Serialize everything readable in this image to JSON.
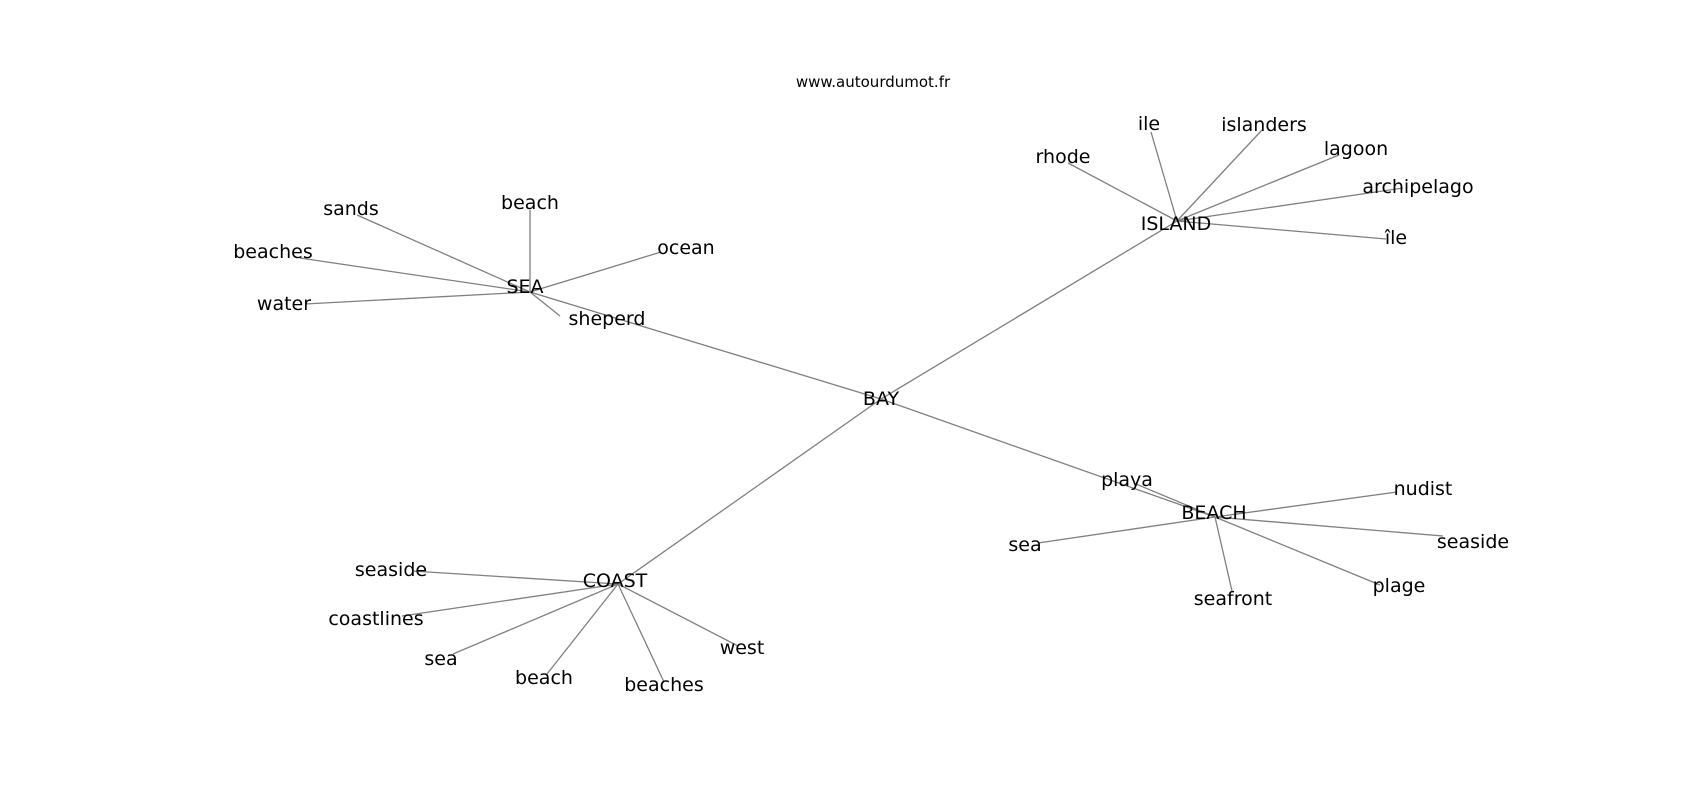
{
  "watermark": "www.autourdumot.fr",
  "center": {
    "id": "bay",
    "label": "BAY"
  },
  "hubs": [
    {
      "id": "sea",
      "label": "SEA",
      "neighbors": [
        {
          "id": "sea-sands",
          "label": "sands"
        },
        {
          "id": "sea-beach",
          "label": "beach"
        },
        {
          "id": "sea-ocean",
          "label": "ocean"
        },
        {
          "id": "sea-beaches",
          "label": "beaches"
        },
        {
          "id": "sea-water",
          "label": "water"
        },
        {
          "id": "sea-sheperd",
          "label": "sheperd"
        }
      ]
    },
    {
      "id": "island",
      "label": "ISLAND",
      "neighbors": [
        {
          "id": "island-rhode",
          "label": "rhode"
        },
        {
          "id": "island-ile",
          "label": "ile"
        },
        {
          "id": "island-islanders",
          "label": "islanders"
        },
        {
          "id": "island-lagoon",
          "label": "lagoon"
        },
        {
          "id": "island-archipelago",
          "label": "archipelago"
        },
        {
          "id": "island-ile-accent",
          "label": "île"
        }
      ]
    },
    {
      "id": "beach",
      "label": "BEACH",
      "neighbors": [
        {
          "id": "beach-playa",
          "label": "playa"
        },
        {
          "id": "beach-nudist",
          "label": "nudist"
        },
        {
          "id": "beach-sea",
          "label": "sea"
        },
        {
          "id": "beach-seaside",
          "label": "seaside"
        },
        {
          "id": "beach-plage",
          "label": "plage"
        },
        {
          "id": "beach-seafront",
          "label": "seafront"
        }
      ]
    },
    {
      "id": "coast",
      "label": "COAST",
      "neighbors": [
        {
          "id": "coast-seaside",
          "label": "seaside"
        },
        {
          "id": "coast-coastlines",
          "label": "coastlines"
        },
        {
          "id": "coast-sea",
          "label": "sea"
        },
        {
          "id": "coast-beach",
          "label": "beach"
        },
        {
          "id": "coast-beaches",
          "label": "beaches"
        },
        {
          "id": "coast-west",
          "label": "west"
        }
      ]
    }
  ]
}
